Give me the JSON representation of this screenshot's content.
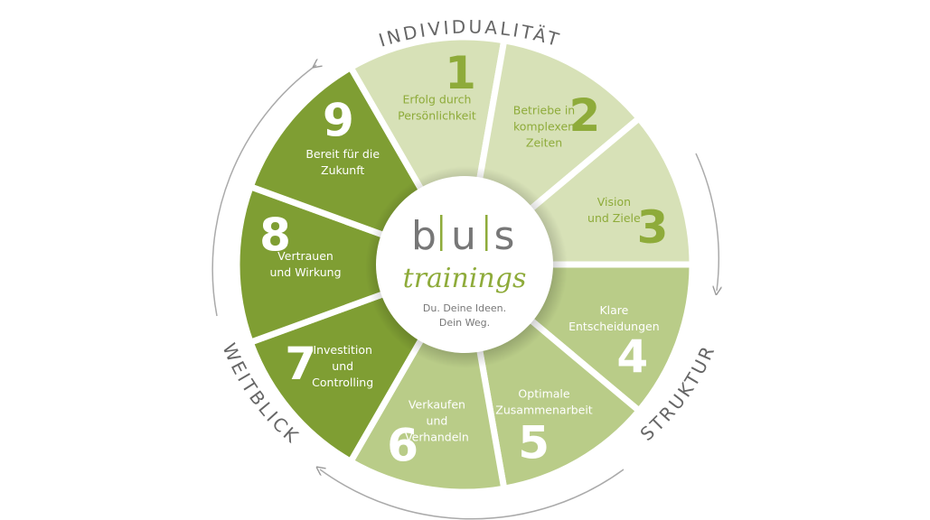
{
  "colors": {
    "light": "#d7e1b7",
    "medium": "#b9cc88",
    "dark": "#7f9e33",
    "accent": "#8eab3a",
    "gray": "#777777",
    "white": "#ffffff"
  },
  "arcs": {
    "top": "INDIVIDUALITÄT",
    "right": "STRUKTUR",
    "left": "WEITBLICK"
  },
  "logo": {
    "b": "b",
    "u": "u",
    "s": "s",
    "script": "trainings",
    "tagline_1": "Du. Deine Ideen.",
    "tagline_2": "Dein Weg."
  },
  "segments": [
    {
      "num": "1",
      "lines": [
        "Erfolg durch",
        "Persönlichkeit"
      ],
      "tone": "light"
    },
    {
      "num": "2",
      "lines": [
        "Betriebe in",
        "komplexen",
        "Zeiten"
      ],
      "tone": "light"
    },
    {
      "num": "3",
      "lines": [
        "Vision",
        "und Ziele"
      ],
      "tone": "light"
    },
    {
      "num": "4",
      "lines": [
        "Klare",
        "Entscheidungen"
      ],
      "tone": "medium"
    },
    {
      "num": "5",
      "lines": [
        "Optimale",
        "Zusammenarbeit"
      ],
      "tone": "medium"
    },
    {
      "num": "6",
      "lines": [
        "Verkaufen",
        "und",
        "Verhandeln"
      ],
      "tone": "medium"
    },
    {
      "num": "7",
      "lines": [
        "Investition",
        "und",
        "Controlling"
      ],
      "tone": "dark"
    },
    {
      "num": "8",
      "lines": [
        "Vertrauen",
        "und Wirkung"
      ],
      "tone": "dark"
    },
    {
      "num": "9",
      "lines": [
        "Bereit für die",
        "Zukunft"
      ],
      "tone": "dark"
    }
  ]
}
